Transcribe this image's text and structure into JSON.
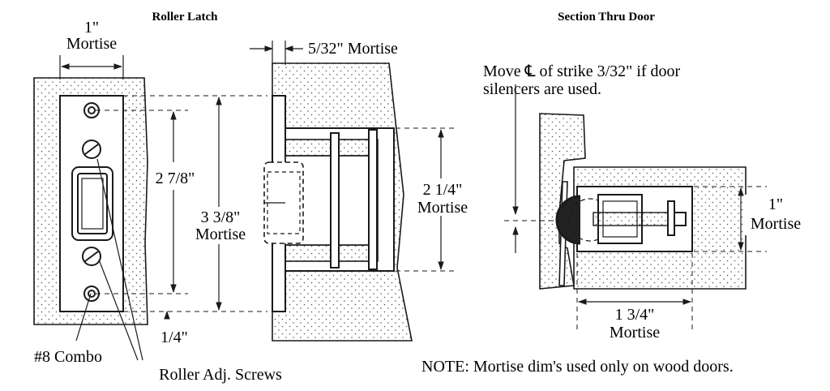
{
  "titles": {
    "roller_latch": "Roller Latch",
    "section": "Section Thru Door"
  },
  "labels": {
    "mortise_1_in": "1\"",
    "mortise_word": "Mortise",
    "dim_5_32": "5/32\" Mortise",
    "dim_2_7_8": "2 7/8\"",
    "dim_3_3_8": "3 3/8\"",
    "dim_2_1_4": "2 1/4\"",
    "dim_1_4": "1/4\"",
    "combo": "#8 Combo",
    "roller_adj": "Roller Adj. Screws",
    "move_cl_line1": "Move ℄ of strike 3/32\" if door",
    "move_cl_line2": "silencers are used.",
    "sect_1_in": "1\"",
    "sect_1_3_4": "1 3/4\"",
    "note": "NOTE:  Mortise dim's used only on wood doors."
  }
}
